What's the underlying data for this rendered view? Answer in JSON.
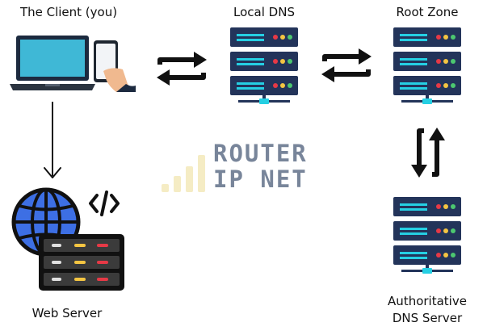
{
  "nodes": {
    "client": {
      "label": "The Client (you)",
      "icon": "laptop-and-phone-icon"
    },
    "local_dns": {
      "label": "Local DNS",
      "icon": "server-rack-icon"
    },
    "root_zone": {
      "label": "Root Zone",
      "icon": "server-rack-icon"
    },
    "auth_dns": {
      "label_line1": "Authoritative",
      "label_line2": "DNS Server",
      "icon": "server-rack-icon"
    },
    "web_server": {
      "label": "Web Server",
      "icon": "globe-server-code-icon"
    }
  },
  "edges": [
    {
      "from": "client",
      "to": "local_dns",
      "style": "bidirectional",
      "icon": "swap-arrows-icon"
    },
    {
      "from": "local_dns",
      "to": "root_zone",
      "style": "bidirectional",
      "icon": "swap-arrows-icon"
    },
    {
      "from": "root_zone",
      "to": "auth_dns",
      "style": "bidirectional",
      "icon": "swap-arrows-icon"
    },
    {
      "from": "client",
      "to": "web_server",
      "style": "one-way",
      "icon": "down-arrow-icon"
    }
  ],
  "watermark": {
    "line1": "ROUTER",
    "line2": "IP NET",
    "icon": "signal-bars-icon"
  },
  "colors": {
    "server_body": "#23345a",
    "server_bar": "#25cfe3",
    "led_red": "#e63946",
    "led_yellow": "#f4c542",
    "led_green": "#4cc870",
    "laptop_screen": "#3fb8d6",
    "globe_blue": "#3d6fe4",
    "web_server_body": "#3b3b3b",
    "watermark_text": "#78859a",
    "watermark_bars": "#f5ecc4"
  }
}
